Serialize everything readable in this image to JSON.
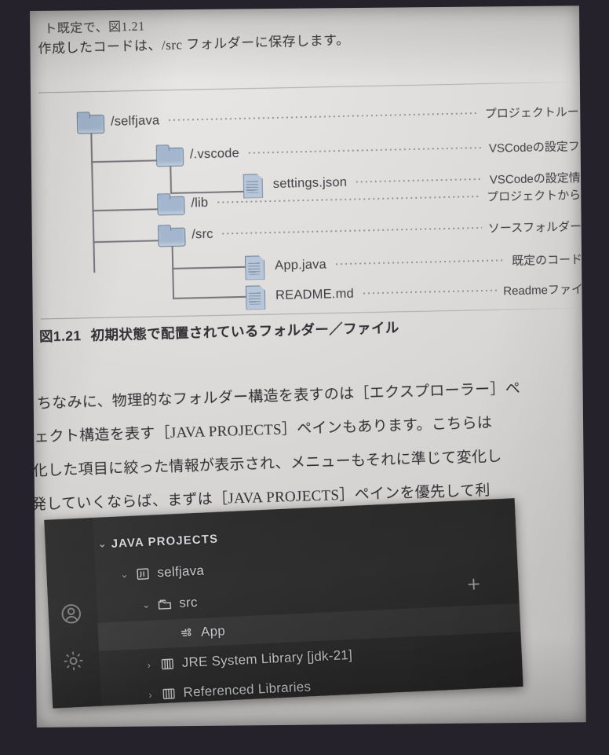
{
  "document": {
    "type": "printed-book-page-photo",
    "language": "ja",
    "top_text": {
      "line1": "ト既定で、図1.21",
      "line2": "作成したコードは、/src フォルダーに保存します。"
    },
    "figure": {
      "caption_number": "図1.21",
      "caption_text": "初期状態で配置されているフォルダー／ファイル",
      "tree": [
        {
          "name": "/selfjava",
          "icon": "folder-icon",
          "depth": 0,
          "description": "プロジェクトルー"
        },
        {
          "name": "/.vscode",
          "icon": "folder-icon",
          "depth": 1,
          "description": "VSCodeの設定フ"
        },
        {
          "name": "settings.json",
          "icon": "file-icon",
          "depth": 2,
          "description": "VSCodeの設定情"
        },
        {
          "name": "/lib",
          "icon": "folder-icon",
          "depth": 1,
          "description": "プロジェクトから"
        },
        {
          "name": "/src",
          "icon": "folder-icon",
          "depth": 1,
          "description": "ソースフォルダー"
        },
        {
          "name": "App.java",
          "icon": "file-icon",
          "depth": 2,
          "description": "既定のコード"
        },
        {
          "name": "README.md",
          "icon": "file-icon",
          "depth": 2,
          "description": "Readmeファイ"
        }
      ]
    },
    "body_paragraph": {
      "line1": "ちなみに、物理的なフォルダー構造を表すのは［エクスプローラー］ペ",
      "line2": "ェクト構造を表す［JAVA PROJECTS］ペインもあります。こちらは",
      "line3": "化した項目に絞った情報が表示され、メニューもそれに準じて変化し",
      "line4": "発していくならば、まずは［JAVA PROJECTS］ペインを優先して利"
    },
    "footer_ghost": "……"
  },
  "vscode_panel": {
    "section_header": "JAVA PROJECTS",
    "section_twisty": "⌄",
    "add_button_label": "+",
    "activity_bar": [
      {
        "icon": "account-icon",
        "label": "Accounts"
      },
      {
        "icon": "gear-icon",
        "label": "Manage"
      }
    ],
    "tree": [
      {
        "label": "selfjava",
        "icon": "java-project-icon",
        "twisty": "⌄",
        "indent": 1,
        "selected": false
      },
      {
        "label": "src",
        "icon": "source-package-icon",
        "twisty": "⌄",
        "indent": 2,
        "selected": false
      },
      {
        "label": "App",
        "icon": "java-class-icon",
        "twisty": "",
        "indent": 3,
        "selected": true
      },
      {
        "label": "JRE System Library [jdk-21]",
        "icon": "library-icon",
        "twisty": "›",
        "indent": 2,
        "selected": false
      },
      {
        "label": "Referenced Libraries",
        "icon": "library-icon",
        "twisty": "›",
        "indent": 2,
        "selected": false
      }
    ]
  },
  "colors": {
    "letterbox": "#26222c",
    "paper": "#dedcda",
    "folder_icon": "#a3b6cd",
    "vscode_background": "#2c2c2c",
    "vscode_text": "#cdcdd1",
    "selected_row": "rgba(255,255,255,0.055)"
  }
}
